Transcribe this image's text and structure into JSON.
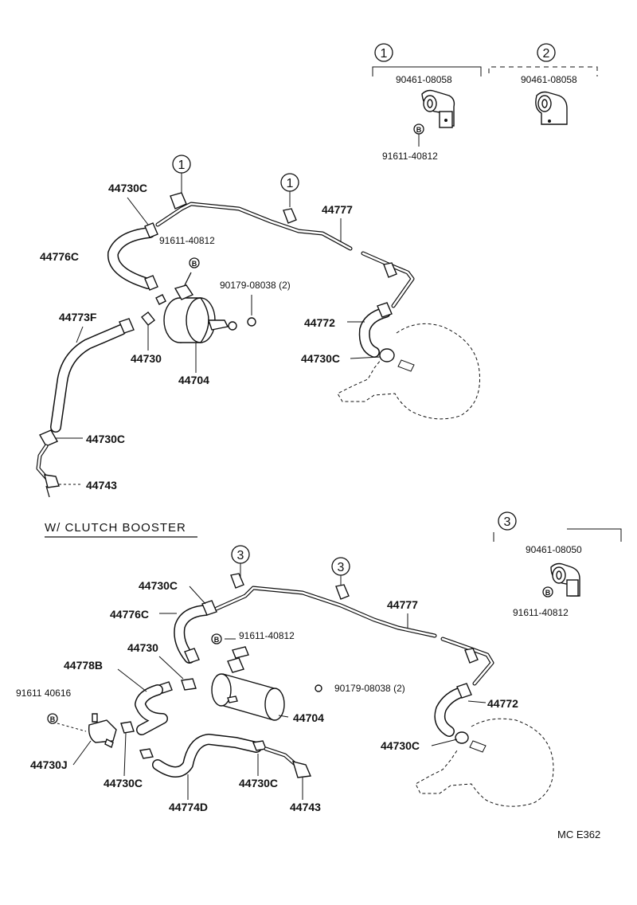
{
  "clips": {
    "c1": {
      "number": "1",
      "part": "90461-08058",
      "bolt": "91611-40812",
      "bolt_symbol": "B"
    },
    "c2": {
      "number": "2",
      "part": "90461-08058"
    },
    "c3": {
      "number": "3",
      "part": "90461-08050",
      "bolt": "91611-40812",
      "bolt_symbol": "B"
    }
  },
  "top": {
    "callout_1a": "1",
    "callout_1b": "1",
    "labels": {
      "clamp_upper": "44730C",
      "hose_upper": "44776C",
      "bolt": "91611-40812",
      "bolt_symbol": "B",
      "nut": "90179-08038 (2)",
      "pipe": "44777",
      "hose_lower": "44773F",
      "fitting": "44730",
      "tank": "44704",
      "hose_right": "44772",
      "clamp_right": "44730C",
      "clamp_lower": "44730C",
      "union": "44743"
    }
  },
  "bottom": {
    "title": "W/ CLUTCH BOOSTER",
    "callout_3a": "3",
    "callout_3b": "3",
    "labels": {
      "clamp_upper": "44730C",
      "hose_upper": "44776C",
      "bolt": "91611-40812",
      "bolt_symbol": "B",
      "fitting": "44730",
      "hose_mid": "44778B",
      "bolt_left": "91611 40616",
      "bolt_left_symbol": "B",
      "nut": "90179-08038 (2)",
      "tank": "44704",
      "pipe": "44777",
      "hose_right": "44772",
      "clamp_right": "44730C",
      "joint": "44730J",
      "clamp_a": "44730C",
      "hose_lower": "44774D",
      "clamp_b": "44730C",
      "union": "44743"
    }
  },
  "footer": {
    "code": "MC  E362"
  }
}
